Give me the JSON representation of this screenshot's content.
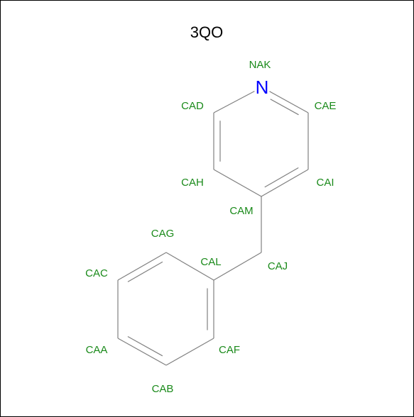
{
  "title": "3QO",
  "colors": {
    "bond": "#808080",
    "atom_label": "#1a8a1a",
    "nitrogen": "#0000ff",
    "title": "#000000",
    "border": "#000000"
  },
  "atoms": [
    {
      "id": "NAK",
      "name": "NAK",
      "element": "N",
      "symbol": "N"
    },
    {
      "id": "CAD",
      "name": "CAD",
      "element": "C"
    },
    {
      "id": "CAE",
      "name": "CAE",
      "element": "C"
    },
    {
      "id": "CAH",
      "name": "CAH",
      "element": "C"
    },
    {
      "id": "CAI",
      "name": "CAI",
      "element": "C"
    },
    {
      "id": "CAM",
      "name": "CAM",
      "element": "C"
    },
    {
      "id": "CAJ",
      "name": "CAJ",
      "element": "C"
    },
    {
      "id": "CAL",
      "name": "CAL",
      "element": "C"
    },
    {
      "id": "CAG",
      "name": "CAG",
      "element": "C"
    },
    {
      "id": "CAF",
      "name": "CAF",
      "element": "C"
    },
    {
      "id": "CAC",
      "name": "CAC",
      "element": "C"
    },
    {
      "id": "CAB",
      "name": "CAB",
      "element": "C"
    },
    {
      "id": "CAA",
      "name": "CAA",
      "element": "C"
    }
  ],
  "bonds": [
    {
      "a": "NAK",
      "b": "CAD",
      "order": 1
    },
    {
      "a": "NAK",
      "b": "CAE",
      "order": 2
    },
    {
      "a": "CAD",
      "b": "CAH",
      "order": 2
    },
    {
      "a": "CAE",
      "b": "CAI",
      "order": 1
    },
    {
      "a": "CAH",
      "b": "CAM",
      "order": 1
    },
    {
      "a": "CAI",
      "b": "CAM",
      "order": 2
    },
    {
      "a": "CAM",
      "b": "CAJ",
      "order": 1
    },
    {
      "a": "CAJ",
      "b": "CAL",
      "order": 1
    },
    {
      "a": "CAL",
      "b": "CAG",
      "order": 1
    },
    {
      "a": "CAL",
      "b": "CAF",
      "order": 2
    },
    {
      "a": "CAG",
      "b": "CAC",
      "order": 2
    },
    {
      "a": "CAC",
      "b": "CAA",
      "order": 1
    },
    {
      "a": "CAA",
      "b": "CAB",
      "order": 2
    },
    {
      "a": "CAB",
      "b": "CAF",
      "order": 1
    }
  ]
}
